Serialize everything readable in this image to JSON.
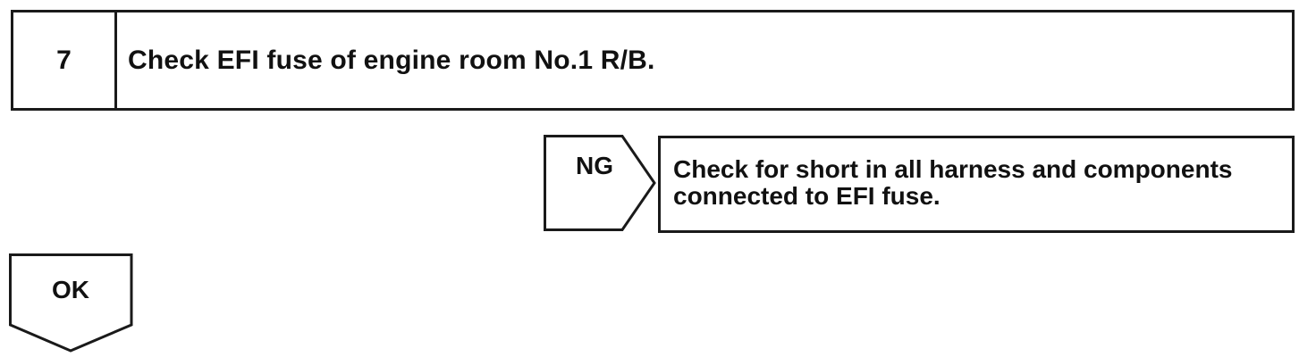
{
  "step": {
    "number": "7",
    "title": "Check EFI fuse of engine room No.1 R/B."
  },
  "ng_branch": {
    "label": "NG",
    "action_lines": [
      "Check for short in all harness and components",
      "connected to EFI fuse."
    ]
  },
  "ok_branch": {
    "label": "OK"
  }
}
